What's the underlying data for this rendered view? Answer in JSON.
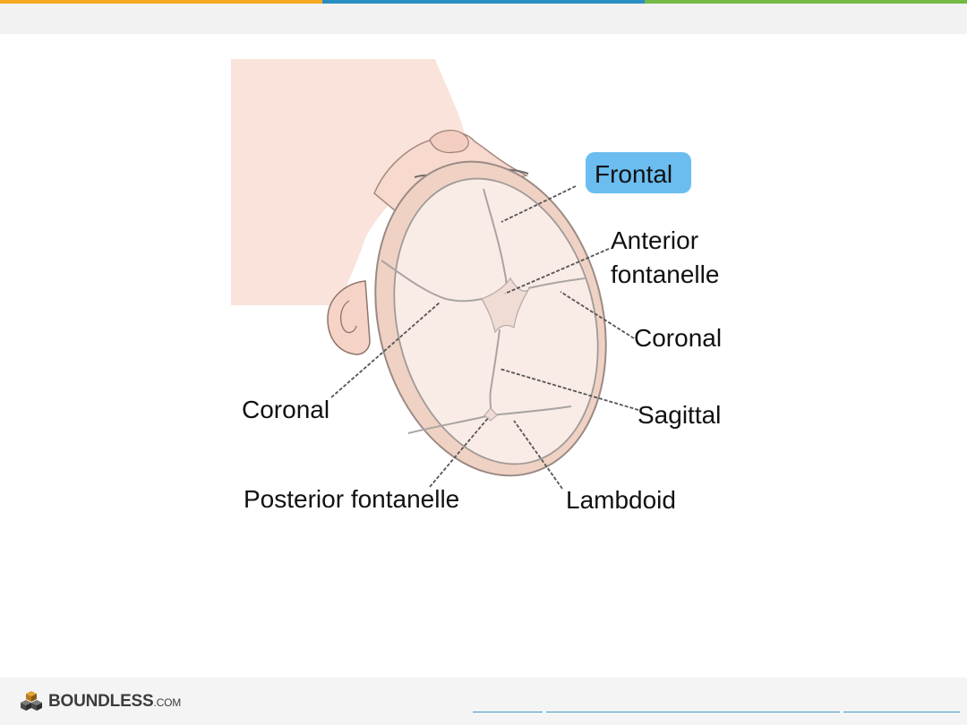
{
  "colors": {
    "stripe_orange": "#f7a823",
    "stripe_blue": "#2a8ec4",
    "stripe_green": "#74b845",
    "highlight": "#6bbdf0"
  },
  "diagram": {
    "labels": {
      "frontal": "Frontal",
      "anterior_fontanelle_1": "Anterior",
      "anterior_fontanelle_2": "fontanelle",
      "coronal_right": "Coronal",
      "coronal_left": "Coronal",
      "sagittal": "Sagittal",
      "posterior_fontanelle": "Posterior fontanelle",
      "lambdoid": "Lambdoid"
    }
  },
  "footer": {
    "brand": "BOUNDLESS",
    "brand_suffix": ".COM",
    "logo_icon": "cube-stack-icon"
  }
}
